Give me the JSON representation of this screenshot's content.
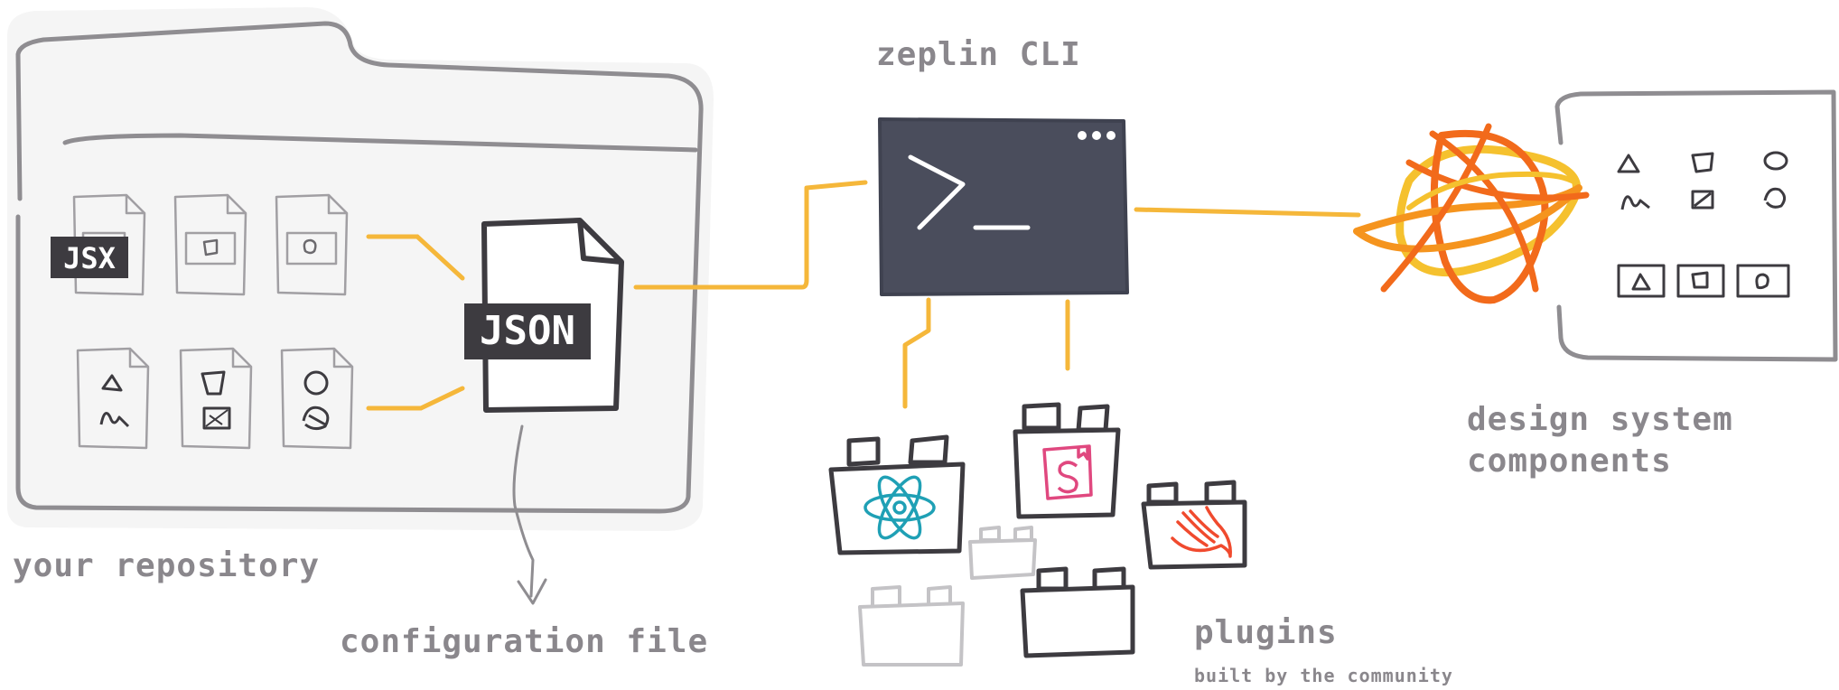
{
  "labels": {
    "cli_title": "zeplin CLI",
    "repository": "your repository",
    "configuration": "configuration file",
    "design_system_line1": "design system",
    "design_system_line2": "components",
    "plugins": "plugins",
    "plugins_sub": "built by the community"
  },
  "tags": {
    "jsx": "JSX",
    "json": "JSON"
  },
  "colors": {
    "connector": "#f5b73a",
    "terminal_bg": "#4a4d5c",
    "outline": "#3d3b40",
    "muted_outline": "#a6a4a8",
    "label_text": "#8a878c",
    "folder_fill": "#f5f5f5",
    "react_blue": "#1fa0b5",
    "storybook_pink": "#e0487f",
    "swift_red": "#f04a2e",
    "globe_orange": "#f26a1b",
    "globe_yellow": "#f5c12e"
  },
  "icons": [
    "terminal-icon",
    "react-icon",
    "storybook-icon",
    "swift-icon",
    "globe-icon",
    "file-icon",
    "folder-icon"
  ]
}
